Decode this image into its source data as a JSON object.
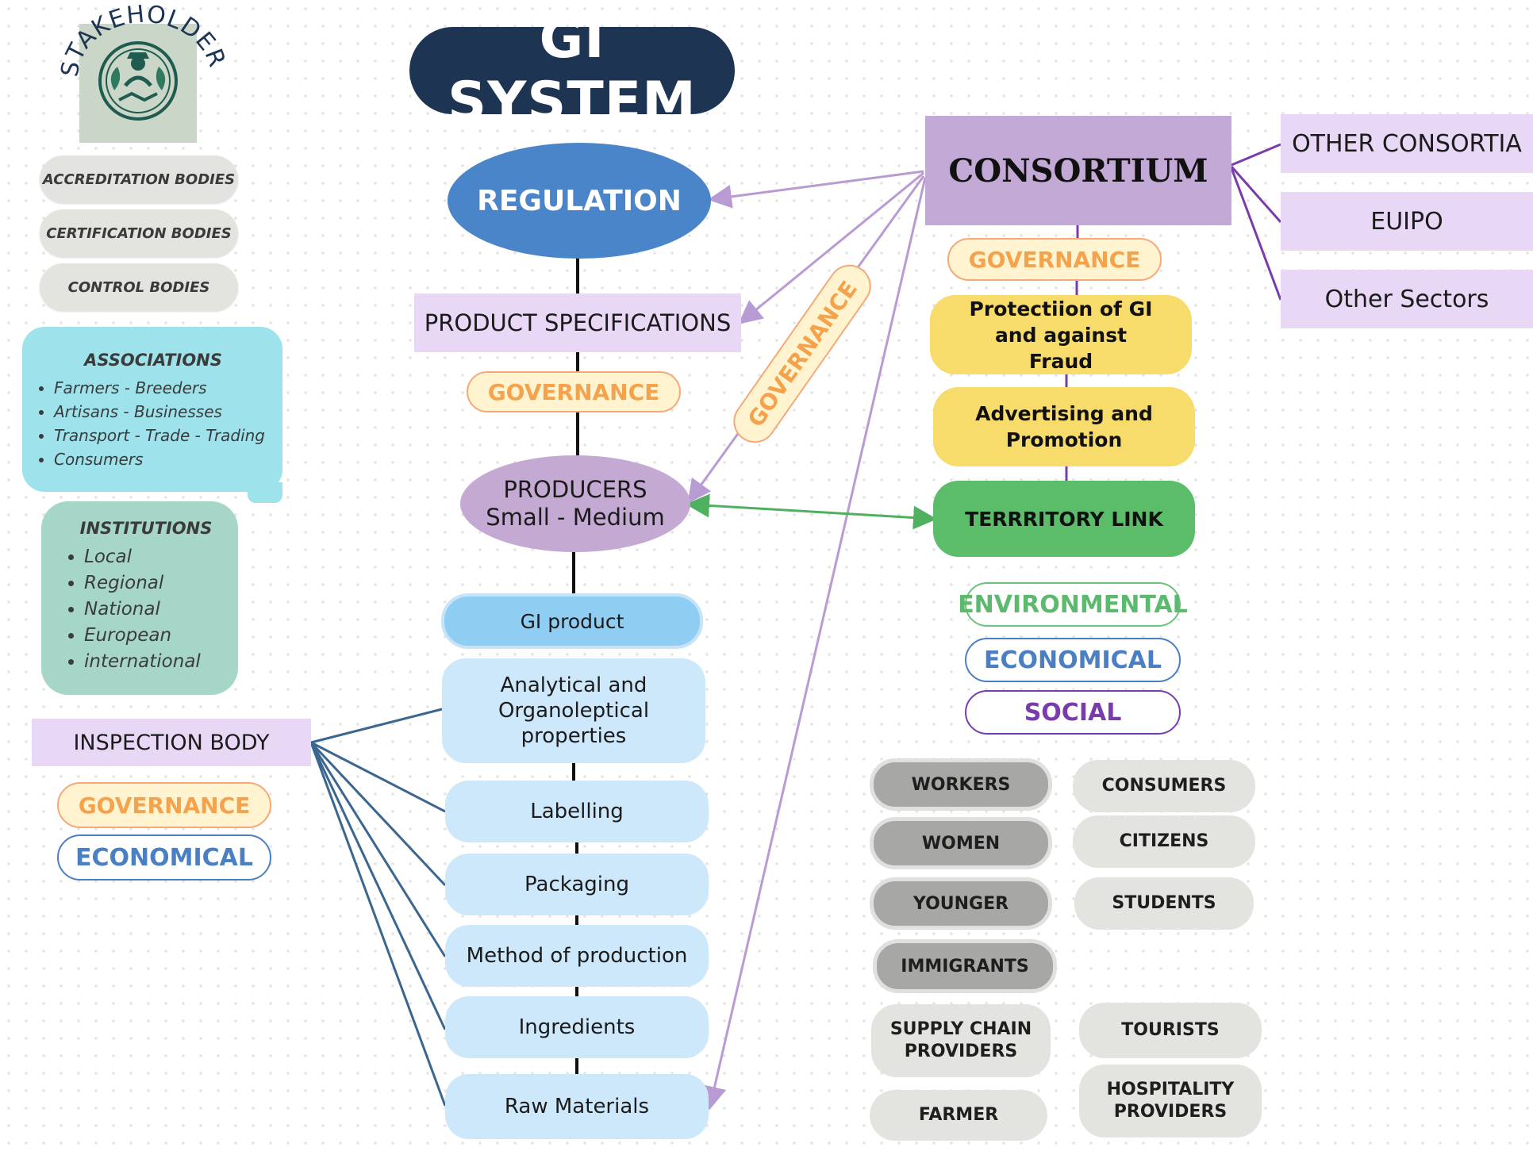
{
  "title": "GI SYSTEM",
  "logo": {
    "arc_text": "STAKEHOLDER",
    "icon": "farmer-handshake-leaf-icon"
  },
  "authority_bodies": [
    "ACCREDITATION BODIES",
    "CERTIFICATION BODIES",
    "CONTROL BODIES"
  ],
  "associations": {
    "heading": "ASSOCIATIONS",
    "items": [
      "Farmers - Breeders",
      "Artisans - Businesses",
      "Transport - Trade - Trading",
      "Consumers"
    ]
  },
  "institutions": {
    "heading": "INSTITUTIONS",
    "items": [
      "Local",
      "Regional",
      "National",
      "European",
      "international"
    ]
  },
  "inspection_body": {
    "label": "INSPECTION BODY",
    "governance": "GOVERNANCE",
    "economical": "ECONOMICAL"
  },
  "center": {
    "regulation": "REGULATION",
    "product_specifications": "PRODUCT SPECIFICATIONS",
    "governance": "GOVERNANCE",
    "producers_line1": "PRODUCERS",
    "producers_line2": "Small - Medium",
    "gi_product": "GI product",
    "items": [
      "Analytical and Organoleptical properties",
      "Labelling",
      "Packaging",
      "Method of production",
      "Ingredients",
      "Raw Materials"
    ]
  },
  "diagonal_governance": "GOVERNANCE",
  "consortium": {
    "label": "CONSORTIUM",
    "governance": "GOVERNANCE",
    "protection": "Protectiion of GI and against Fraud",
    "advertising": "Advertising and Promotion",
    "territory": "TERRRITORY LINK"
  },
  "external": [
    "OTHER CONSORTIA",
    "EUIPO",
    "Other Sectors"
  ],
  "dimensions": {
    "environmental": "ENVIRONMENTAL",
    "economical": "ECONOMICAL",
    "social": "SOCIAL"
  },
  "stakeholder_groups": {
    "workers": "WORKERS",
    "women": "WOMEN",
    "younger": "YOUNGER",
    "immigrants": "IMMIGRANTS",
    "supply_chain": "SUPPLY CHAIN PROVIDERS",
    "farmer": "FARMER",
    "consumers": "CONSUMERS",
    "citizens": "CITIZENS",
    "students": "STUDENTS",
    "tourists": "TOURISTS",
    "hospitality": "HOSPITALITY PROVIDERS"
  },
  "colors": {
    "navy": "#1d3553",
    "lavender": "#c3a9d5",
    "blue": "#4a84c9",
    "orange": "#f5a24c",
    "green": "#5bbd6a",
    "purple": "#7a3cad",
    "yellow": "#f8dc6b"
  }
}
